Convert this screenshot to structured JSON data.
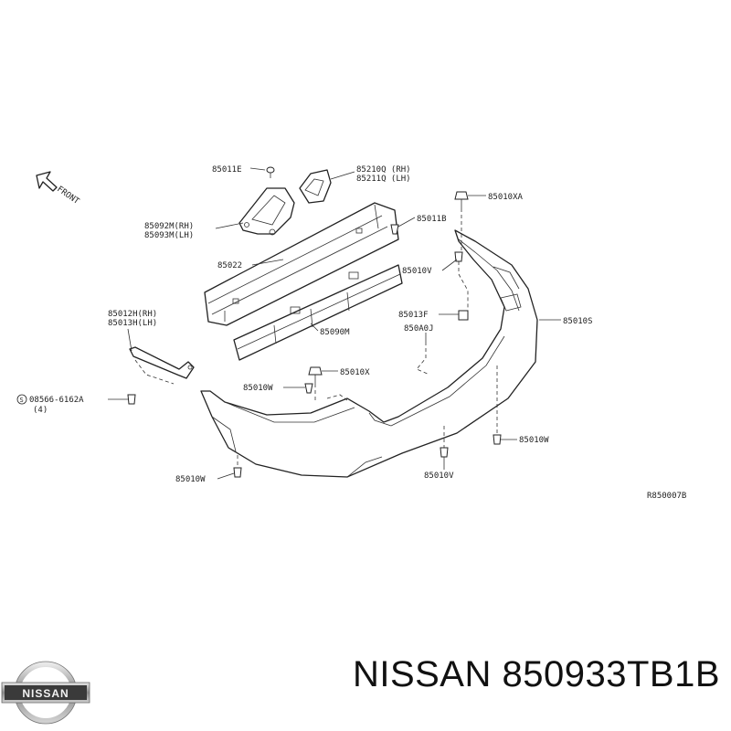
{
  "diagram": {
    "front_label": "FRONT",
    "ref_code": "R850007B",
    "labels": {
      "p85011E": "85011E",
      "p85210Q": "85210Q (RH)",
      "p85211Q": "85211Q (LH)",
      "p85010XA": "85010XA",
      "p85092M": "85092M(RH)",
      "p85093M": "85093M(LH)",
      "p85011B": "85011B",
      "p85022": "85022",
      "p85010V_top": "85010V",
      "p85012H": "85012H(RH)",
      "p85013H": "85013H(LH)",
      "p85013F": "85013F",
      "p85010S": "85010S",
      "p85090M": "85090M",
      "p850A0J": "850A0J",
      "p85010W_mid": "85010W",
      "p85010X": "85010X",
      "p08566": "08566-6162A",
      "p08566_qty": "(4)",
      "p85010W_right": "85010W",
      "p85010W_left": "85010W",
      "p85010V_bottom": "85010V"
    }
  },
  "footer": {
    "logo_text": "NISSAN",
    "title": "NISSAN 850933TB1B"
  }
}
